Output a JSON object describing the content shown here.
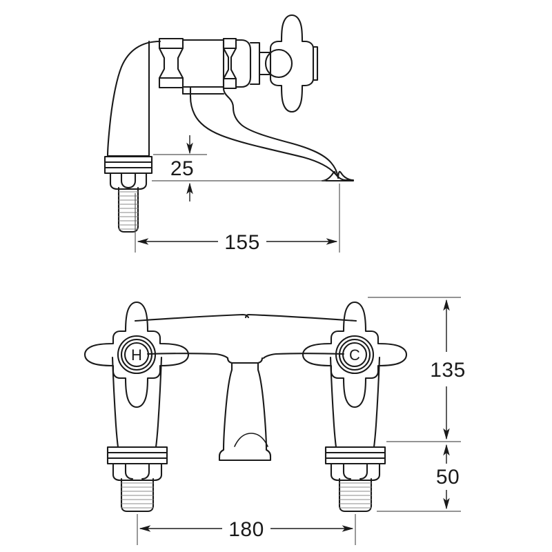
{
  "drawing": {
    "type": "technical-line-drawing",
    "subject": "bath-filler-tap",
    "background_color": "#ffffff",
    "line_color": "#1a1a1a",
    "dimension_line_color": "#555555",
    "units_note": "",
    "views": [
      {
        "id": "side-elevation",
        "name": "side-elevation-view",
        "position": "top"
      },
      {
        "id": "front-elevation",
        "name": "front-elevation-view",
        "position": "bottom"
      }
    ]
  },
  "dimensions": {
    "spout_height": {
      "label": "25",
      "view": "side-elevation",
      "orientation": "vertical"
    },
    "spout_reach": {
      "label": "155",
      "view": "side-elevation",
      "orientation": "horizontal"
    },
    "overall_height": {
      "label": "135",
      "view": "front-elevation",
      "orientation": "vertical"
    },
    "tail_length": {
      "label": "50",
      "view": "front-elevation",
      "orientation": "vertical"
    },
    "centre_spacing": {
      "label": "180",
      "view": "front-elevation",
      "orientation": "horizontal"
    }
  },
  "handles": {
    "hot": {
      "marking": "H",
      "name": "hot-handle",
      "side": "left"
    },
    "cold": {
      "marking": "C",
      "name": "cold-handle",
      "side": "right"
    }
  }
}
